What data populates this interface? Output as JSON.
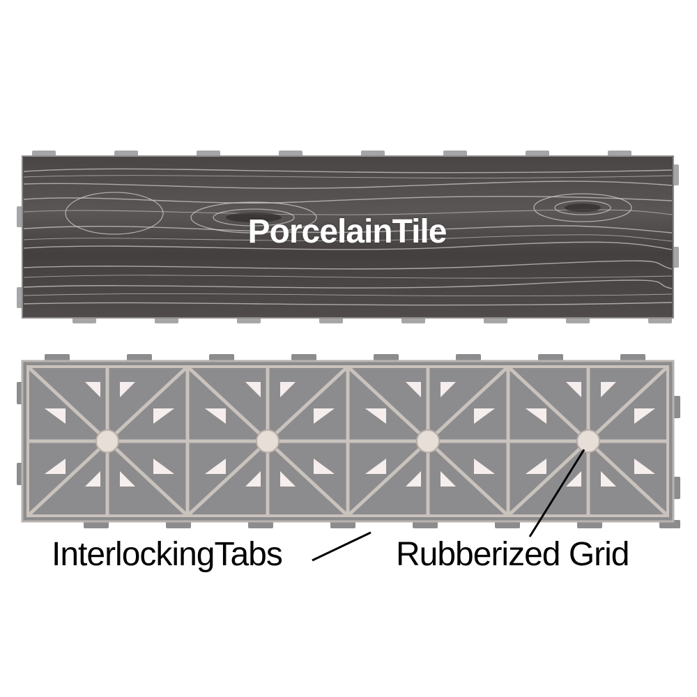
{
  "callouts": {
    "tile_surface": "PorcelainTile",
    "tabs": "InterlockingTabs",
    "grid": "Rubberized Grid"
  },
  "colors": {
    "wood_dark": "#3b3737",
    "wood_light": "#cfcaca",
    "tab_gray": "#a6a6a8",
    "grid_base": "#8c8c8e",
    "grid_rib": "#c9c2bd",
    "opening": "#f6eeec"
  }
}
